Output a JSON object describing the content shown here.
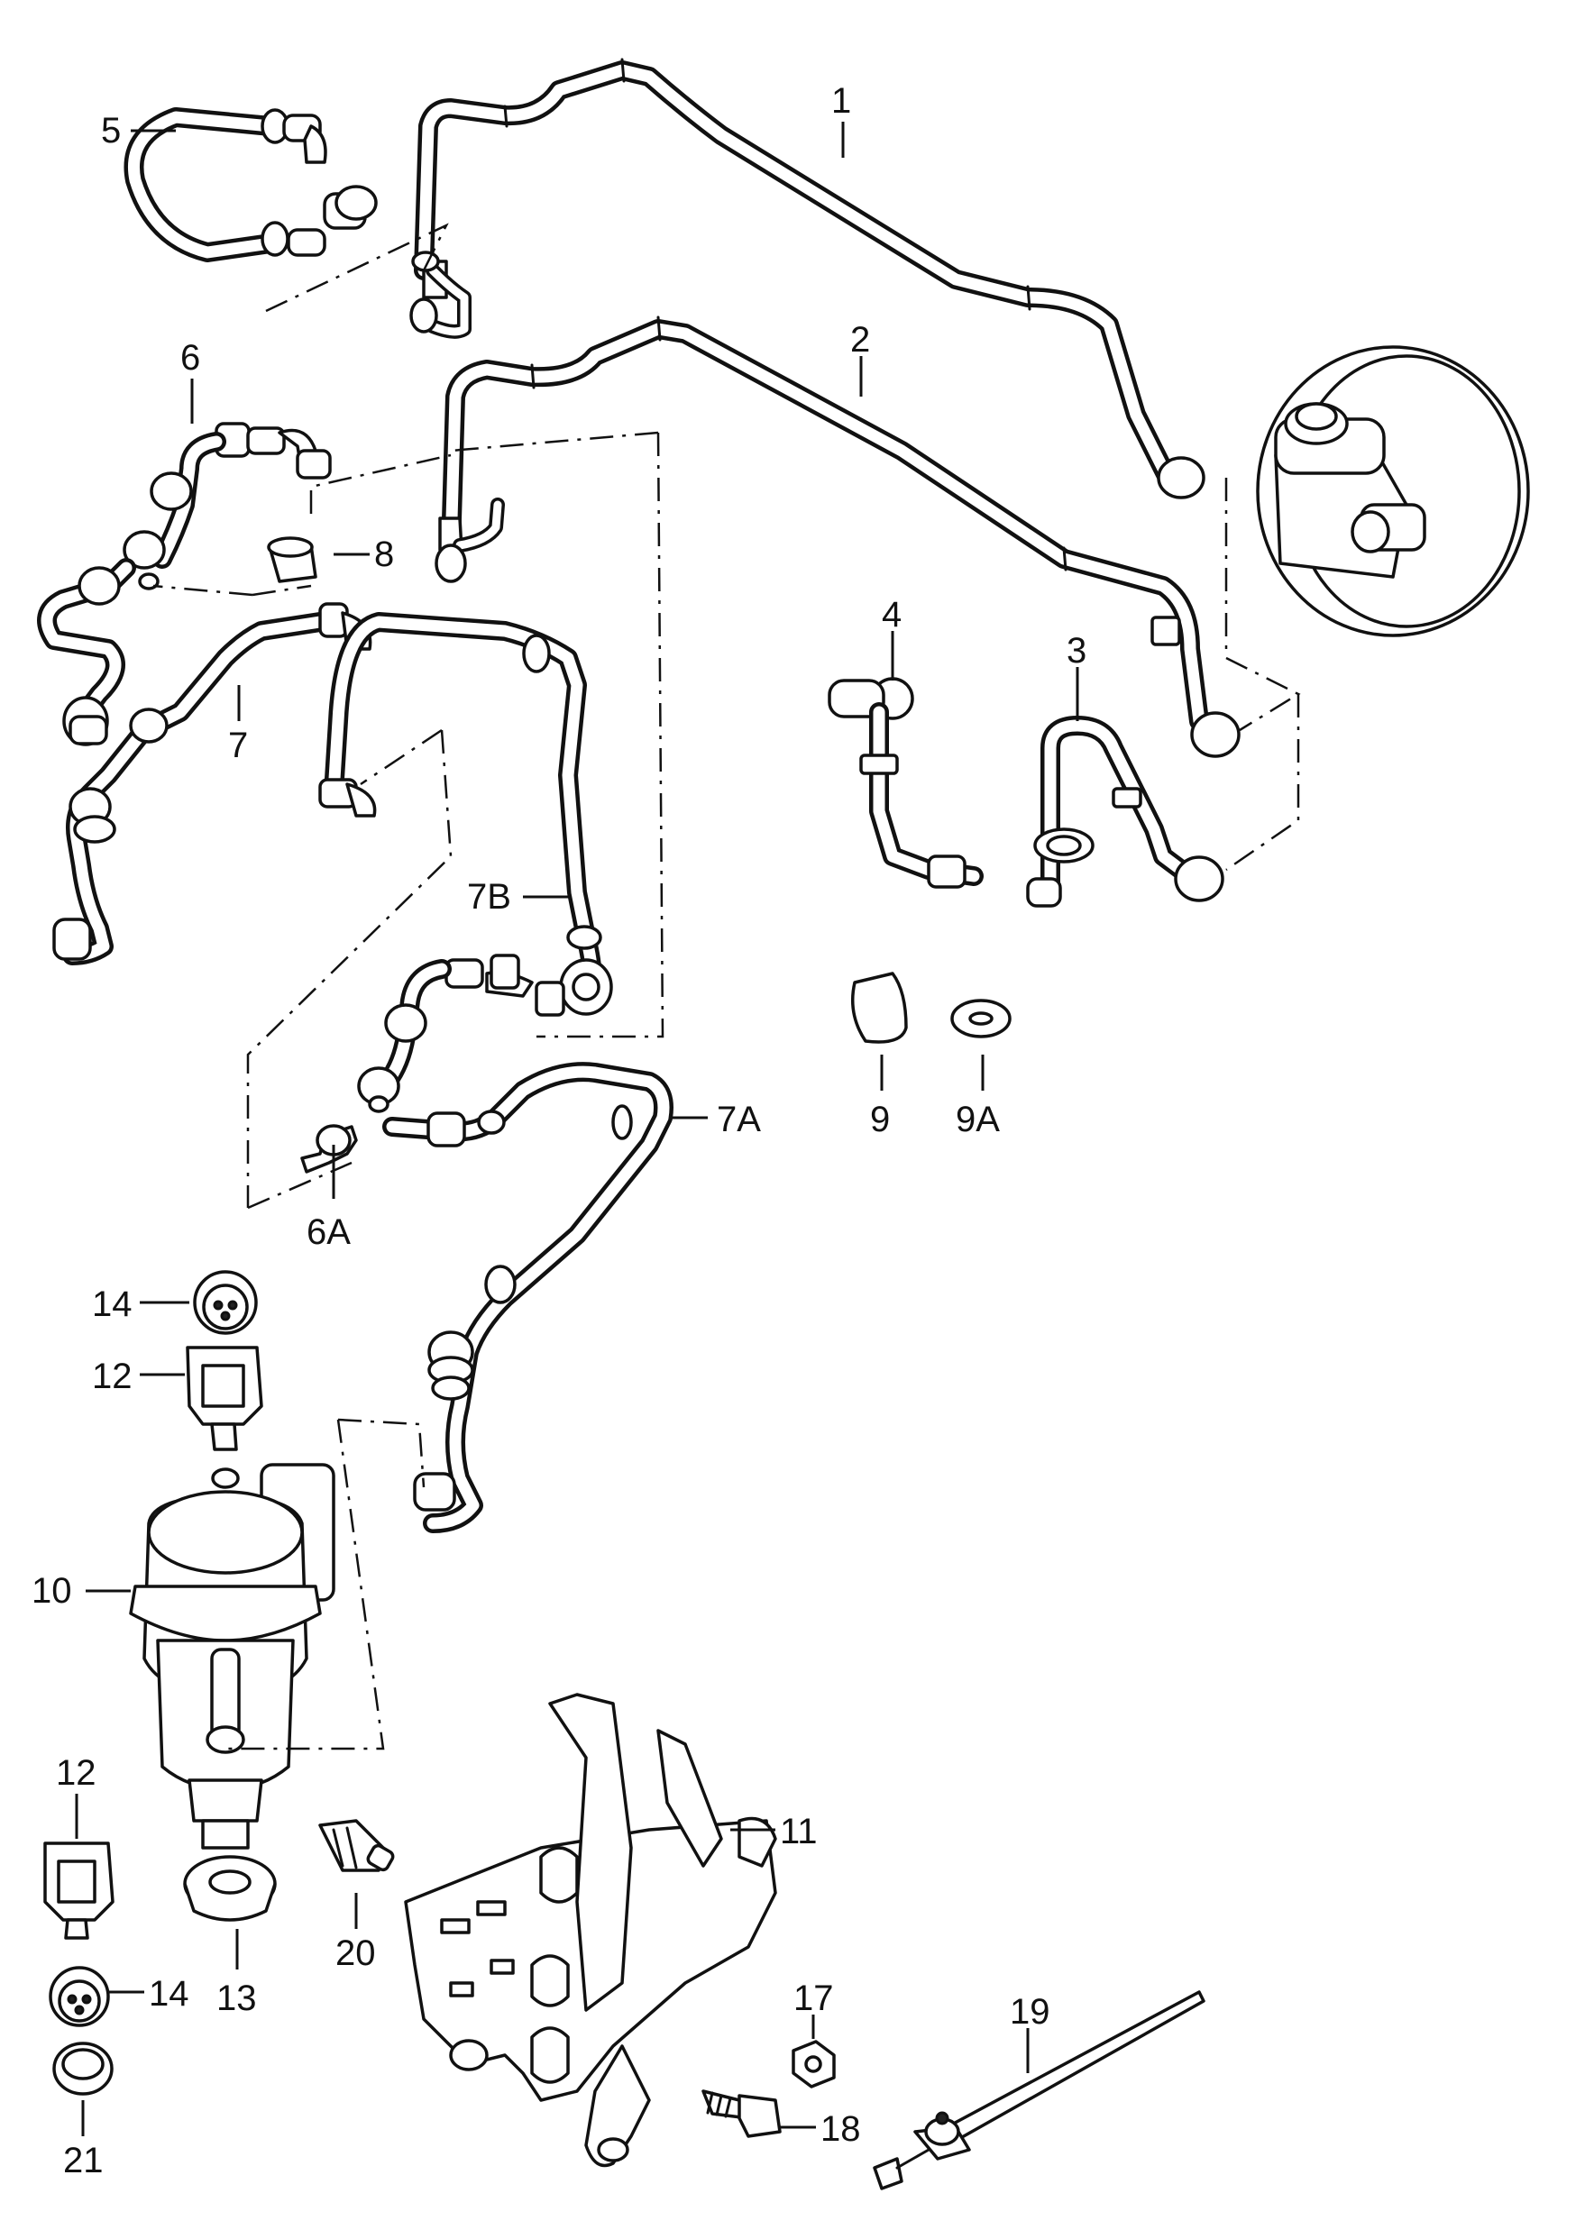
{
  "callouts": [
    {
      "id": "1",
      "text": "1"
    },
    {
      "id": "2",
      "text": "2"
    },
    {
      "id": "3",
      "text": "3"
    },
    {
      "id": "4",
      "text": "4"
    },
    {
      "id": "5",
      "text": "5"
    },
    {
      "id": "6",
      "text": "6"
    },
    {
      "id": "6A",
      "text": "6A"
    },
    {
      "id": "7",
      "text": "7"
    },
    {
      "id": "7A",
      "text": "7A"
    },
    {
      "id": "7B",
      "text": "7B"
    },
    {
      "id": "8",
      "text": "8"
    },
    {
      "id": "9",
      "text": "9"
    },
    {
      "id": "9A",
      "text": "9A"
    },
    {
      "id": "10",
      "text": "10"
    },
    {
      "id": "11",
      "text": "11"
    },
    {
      "id": "12a",
      "text": "12"
    },
    {
      "id": "12b",
      "text": "12"
    },
    {
      "id": "13",
      "text": "13"
    },
    {
      "id": "14a",
      "text": "14"
    },
    {
      "id": "14b",
      "text": "14"
    },
    {
      "id": "17",
      "text": "17"
    },
    {
      "id": "18",
      "text": "18"
    },
    {
      "id": "19",
      "text": "19"
    },
    {
      "id": "20",
      "text": "20"
    },
    {
      "id": "21",
      "text": "21"
    }
  ]
}
